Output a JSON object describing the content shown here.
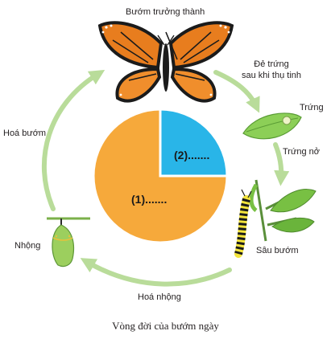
{
  "stages": {
    "adult": "Bướm trưởng thành",
    "egg_laying": [
      "Đẻ trứng",
      "sau khi thụ tinh"
    ],
    "egg": "Trứng",
    "hatching": "Trứng nở",
    "caterpillar": "Sâu bướm",
    "pupation": "Hoá nhộng",
    "pupa": "Nhộng",
    "emergence": "Hoá bướm"
  },
  "chart_data": {
    "type": "pie",
    "slices": [
      {
        "label": "(1).......",
        "value": 0.75,
        "color": "#f6a93b"
      },
      {
        "label": "(2).......",
        "value": 0.25,
        "color": "#29b5e8"
      }
    ]
  },
  "caption": "Vòng đời của bướm ngày",
  "colors": {
    "arrow": "#b9dc9a",
    "pie_large": "#f6a93b",
    "pie_small": "#29b5e8"
  }
}
